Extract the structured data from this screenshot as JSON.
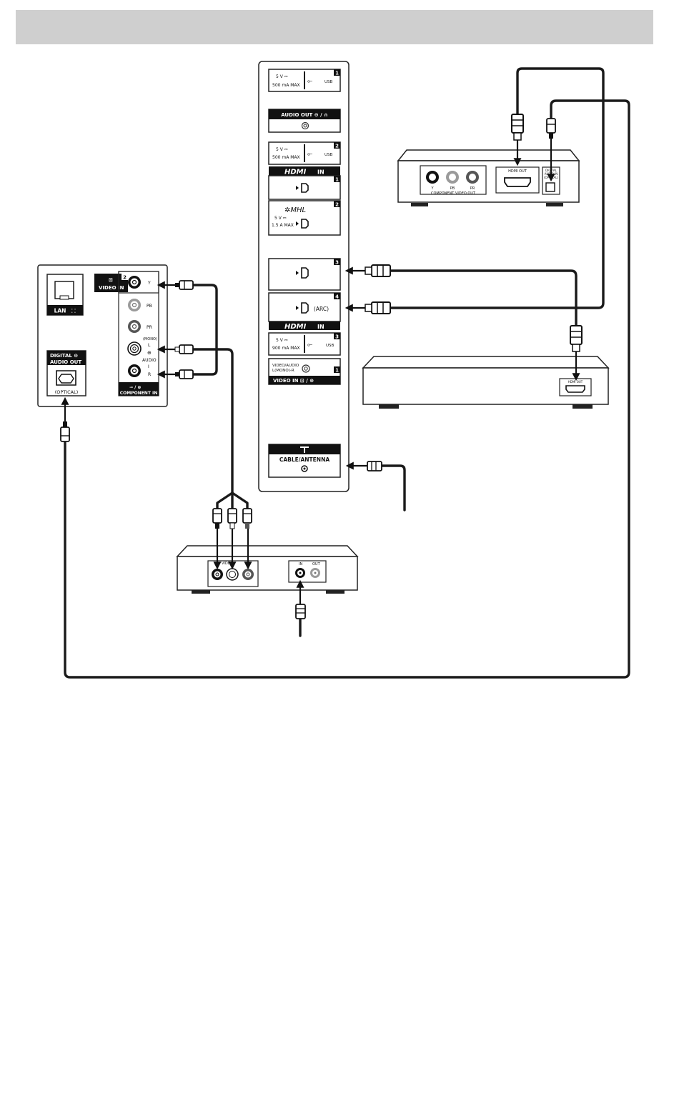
{
  "tv_panel": {
    "usb1": {
      "spec_line1": "5 V ⎓",
      "spec_line2": "500 mA MAX",
      "label": "USB",
      "number": "1"
    },
    "audio_out": {
      "label": "AUDIO OUT ⊖ / ∩"
    },
    "usb2": {
      "spec_line1": "5 V ⎓",
      "spec_line2": "500 mA MAX",
      "label": "USB",
      "number": "2"
    },
    "hdmi_in_header": {
      "logo": "HDMI",
      "suffix": "IN"
    },
    "hdmi1": {
      "number": "1"
    },
    "hdmi2": {
      "mhl": "✲MHL",
      "spec_line1": "5 V ⎓",
      "spec_line2": "1.5 A MAX",
      "number": "2"
    },
    "hdmi3": {
      "number": "3"
    },
    "hdmi4": {
      "number": "4",
      "arc": "(ARC)"
    },
    "hdmi_in_footer": {
      "logo": "HDMI",
      "suffix": "IN"
    },
    "usb3": {
      "spec_line1": "5 V ⎓",
      "spec_line2": "900 mA MAX",
      "label": "USB",
      "number": "3"
    },
    "video_in1": {
      "line1": "VIDEO/AUDIO",
      "line2": "L(MONO)-R",
      "footer": "VIDEO IN ⊡ / ⊕",
      "number": "1"
    },
    "antenna": {
      "label": "CABLE/ANTENNA"
    }
  },
  "side_panel": {
    "lan": {
      "label": "LAN"
    },
    "video_in2": {
      "label": "VIDEO IN",
      "number": "2"
    },
    "component_jacks": [
      "Y",
      "PB",
      "PR"
    ],
    "audio_jacks": {
      "mono": "(MONO)",
      "left": "L",
      "audio": "AUDIO",
      "right": "R"
    },
    "component_in": {
      "label": "COMPONENT IN"
    },
    "digital_audio_out": {
      "line1": "DIGITAL ⊖",
      "line2": "AUDIO OUT",
      "optical": "(OPTICAL)"
    }
  },
  "devices": {
    "component_player": {
      "jacks": [
        "Y",
        "PB",
        "PR"
      ],
      "component_label": "COMPONENT VIDEO OUT",
      "hdmi_out": "HDMI OUT",
      "digital_audio": [
        "DIGITAL",
        "AUDIO IN",
        "(OPTICAL)"
      ]
    },
    "bluray_player": {
      "hdmi_out": "HDMI OUT"
    },
    "cable_box": {
      "video_label": "VIDEO",
      "in_label": "IN",
      "out_label": "OUT"
    }
  }
}
